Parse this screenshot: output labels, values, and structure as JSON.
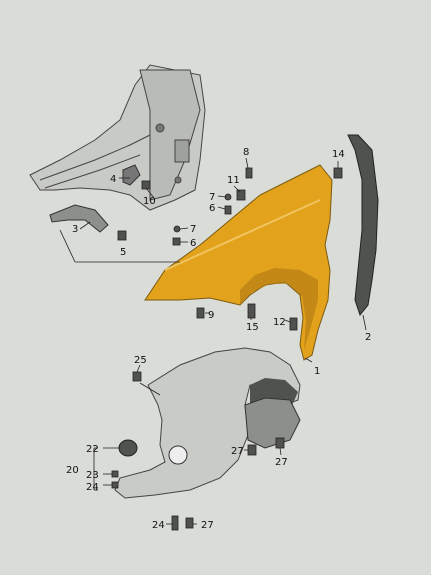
{
  "callouts": {
    "c1": "1",
    "c2": "2",
    "c3": "3",
    "c4": "4",
    "c5": "5",
    "c6": "6",
    "c7a": "7",
    "c7b": "7",
    "c6b": "6",
    "c8": "8",
    "c9": "9",
    "c10": "10",
    "c11": "11",
    "c12": "12",
    "c14": "14",
    "c15": "15",
    "c20": "20",
    "c22": "22",
    "c23": "23",
    "c24a": "24",
    "c24b": "24",
    "c25": "25",
    "c27a": "27",
    "c27b": "27",
    "c27c": "27"
  },
  "colors": {
    "fender": "#e2a21c",
    "fender_shade": "#b77d12",
    "grey_part": "#8d8f8c",
    "dark_part": "#505250",
    "outline": "#2a2a2a",
    "background": "#dadcd8"
  }
}
